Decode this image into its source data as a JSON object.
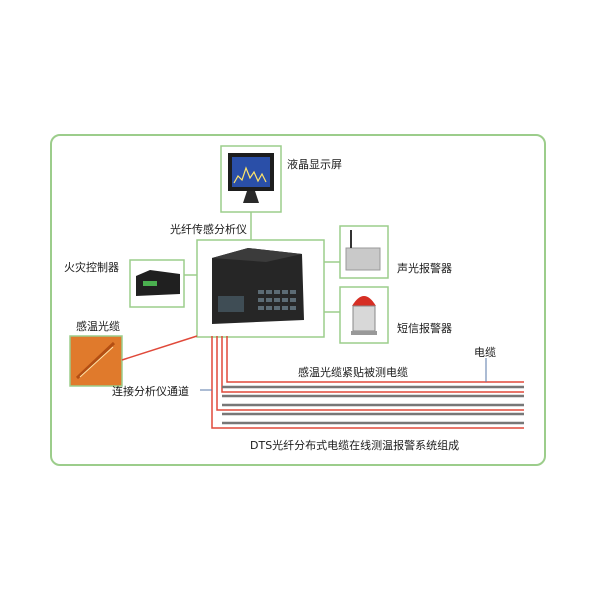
{
  "labels": {
    "lcd": "液晶显示屏",
    "analyzer": "光纤传感分析仪",
    "fire_controller": "火灾控制器",
    "sound_light_alarm": "声光报警器",
    "sensing_cable": "感温光缆",
    "sms_alarm": "短信报警器",
    "cable": "电缆",
    "attached_note": "感温光缆紧贴被测电缆",
    "channel_note": "连接分析仪通道",
    "caption": "DTS光纤分布式电缆在线测温报警系统组成"
  },
  "colors": {
    "frame": "#9ccd8b",
    "fiber": "#e0493a",
    "cable": "#777777",
    "connector": "#9ccd8b"
  }
}
